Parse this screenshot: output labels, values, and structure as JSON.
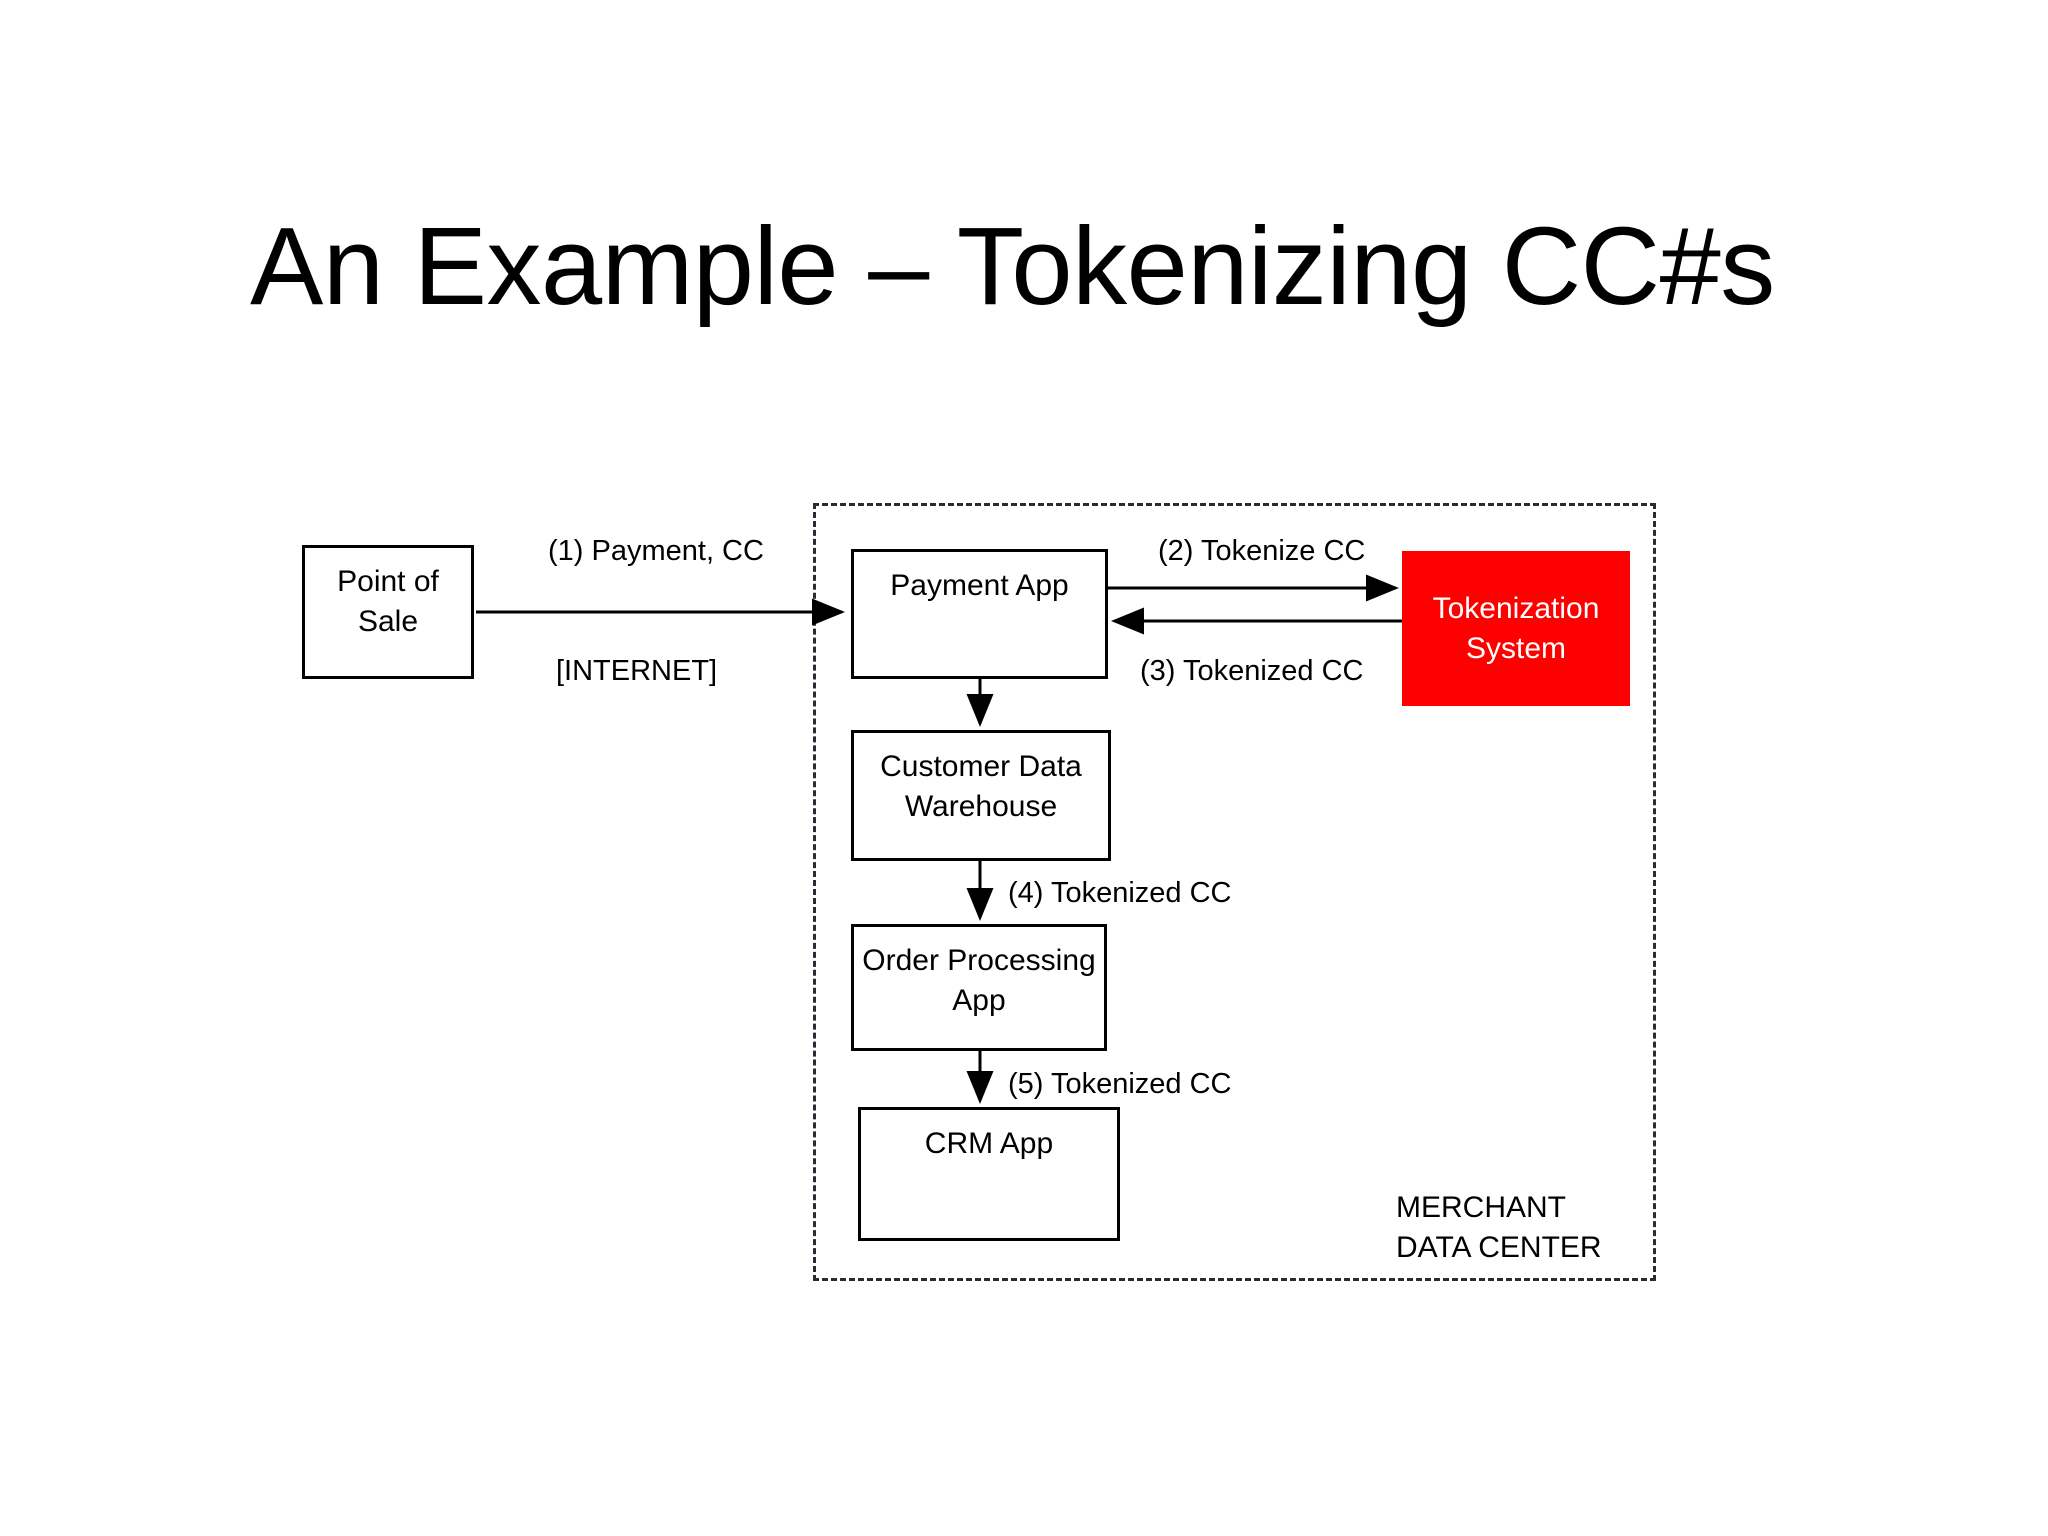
{
  "slide": {
    "title": "An Example – Tokenizing CC#s",
    "background_color": "#FFFFFF",
    "text_color": "#000000"
  },
  "diagram": {
    "type": "flow-diagram",
    "boundary": {
      "name": "MERCHANT DATA CENTER",
      "label": "MERCHANT\nDATA CENTER",
      "style": "dashed",
      "border_color": "#2B2B35"
    },
    "nodes": [
      {
        "id": "point-of-sale",
        "label": "Point of\nSale",
        "fill": "#FFFFFF",
        "text_color": "#000000",
        "inside_boundary": false
      },
      {
        "id": "payment-app",
        "label": "Payment App",
        "fill": "#FFFFFF",
        "text_color": "#000000",
        "inside_boundary": true
      },
      {
        "id": "tokenization-system",
        "label": "Tokenization\nSystem",
        "fill": "#FF0000",
        "text_color": "#FFFFFF",
        "inside_boundary": false
      },
      {
        "id": "customer-data-warehouse",
        "label": "Customer Data\nWarehouse",
        "fill": "#FFFFFF",
        "text_color": "#000000",
        "inside_boundary": true
      },
      {
        "id": "order-processing-app",
        "label": "Order Processing\nApp",
        "fill": "#FFFFFF",
        "text_color": "#000000",
        "inside_boundary": true
      },
      {
        "id": "crm-app",
        "label": "CRM App",
        "fill": "#FFFFFF",
        "text_color": "#000000",
        "inside_boundary": true
      }
    ],
    "edges": [
      {
        "id": "edge-1",
        "from": "point-of-sale",
        "to": "payment-app",
        "label": "(1) Payment, CC",
        "sublabel": "[INTERNET]",
        "direction": "right"
      },
      {
        "id": "edge-2",
        "from": "payment-app",
        "to": "tokenization-system",
        "label": "(2) Tokenize CC",
        "direction": "right"
      },
      {
        "id": "edge-3",
        "from": "tokenization-system",
        "to": "payment-app",
        "label": "(3) Tokenized CC",
        "direction": "left"
      },
      {
        "id": "edge-cdw",
        "from": "payment-app",
        "to": "customer-data-warehouse",
        "label": "",
        "direction": "down"
      },
      {
        "id": "edge-4",
        "from": "customer-data-warehouse",
        "to": "order-processing-app",
        "label": "(4) Tokenized CC",
        "direction": "down"
      },
      {
        "id": "edge-5",
        "from": "order-processing-app",
        "to": "crm-app",
        "label": "(5) Tokenized CC",
        "direction": "down"
      }
    ],
    "labels": {
      "step1": "(1) Payment, CC",
      "internet": "[INTERNET]",
      "step2": "(2) Tokenize CC",
      "step3": "(3) Tokenized CC",
      "step4": "(4) Tokenized CC",
      "step5": "(5) Tokenized CC",
      "merchant_data_center": "MERCHANT\nDATA CENTER"
    },
    "node_labels": {
      "point_of_sale": "Point of\nSale",
      "payment_app": "Payment App",
      "tokenization_system": "Tokenization\nSystem",
      "customer_data_warehouse": "Customer Data\nWarehouse",
      "order_processing_app": "Order Processing\nApp",
      "crm_app": "CRM App"
    }
  }
}
